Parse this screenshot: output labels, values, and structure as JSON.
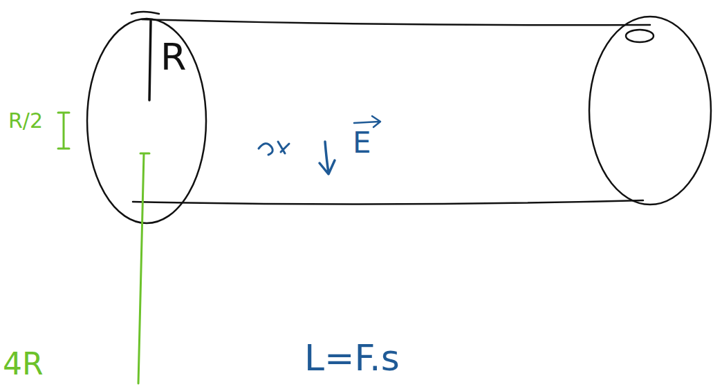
{
  "diagram": {
    "labels": [
      "R",
      "R/2",
      "4R",
      "E",
      "L=F.s"
    ]
  }
}
